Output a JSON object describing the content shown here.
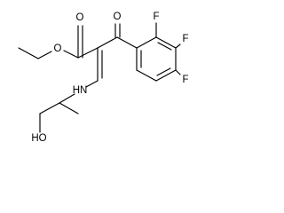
{
  "molecule": {
    "atoms": {
      "ester_oxygen_carbonyl": "O",
      "ester_oxygen_ether": "O",
      "ketone_oxygen": "O",
      "fluorine_2": "F",
      "fluorine_3": "F",
      "fluorine_4": "F",
      "amine": "HN",
      "hydroxyl": "HO"
    },
    "colors": {
      "bond": "#000000",
      "label": "#000000",
      "background": "#ffffff"
    }
  }
}
